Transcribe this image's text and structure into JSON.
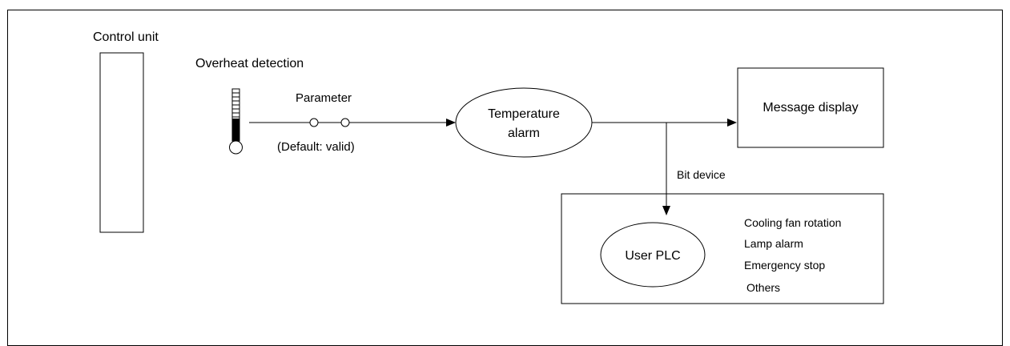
{
  "labels": {
    "control_unit": "Control unit",
    "overheat_detection": "Overheat detection",
    "parameter": "Parameter",
    "default_valid": "(Default: valid)",
    "temperature_alarm_line1": "Temperature",
    "temperature_alarm_line2": "alarm",
    "message_display": "Message display",
    "bit_device": "Bit device",
    "user_plc": "User PLC"
  },
  "plc_actions": [
    "Cooling fan rotation",
    "Lamp alarm",
    "Emergency stop",
    "Others"
  ],
  "icons": {
    "thermometer": "thermometer-icon",
    "switch": "switch-icon",
    "arrow": "arrow-head-icon"
  }
}
